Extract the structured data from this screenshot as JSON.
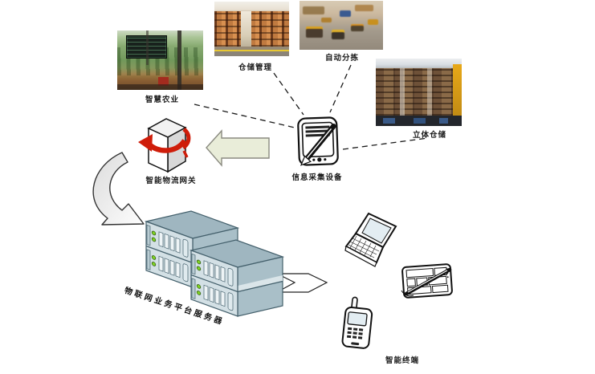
{
  "nodes": {
    "smart_agriculture": {
      "label": "智慧农业",
      "type": "photo"
    },
    "warehouse_management": {
      "label": "仓储管理",
      "type": "photo"
    },
    "auto_sorting": {
      "label": "自动分拣",
      "type": "photo"
    },
    "stereo_warehouse": {
      "label": "立体仓储",
      "type": "photo"
    },
    "collection_device": {
      "label": "信息采集设备",
      "type": "pda-device"
    },
    "gateway": {
      "label": "智能物流网关",
      "type": "gateway-box"
    },
    "platform_server": {
      "label": "物联网业务平台服务器",
      "type": "server-rack"
    },
    "smart_terminal": {
      "label": "智能终端",
      "type": "terminal-group"
    }
  },
  "edges": [
    {
      "from": "smart_agriculture",
      "to": "collection_device",
      "style": "dashed-line"
    },
    {
      "from": "warehouse_management",
      "to": "collection_device",
      "style": "dashed-line"
    },
    {
      "from": "auto_sorting",
      "to": "collection_device",
      "style": "dashed-line"
    },
    {
      "from": "collection_device",
      "to": "stereo_warehouse",
      "style": "dashed-line"
    },
    {
      "from": "collection_device",
      "to": "gateway",
      "style": "block-arrow-left"
    },
    {
      "from": "gateway",
      "to": "platform_server",
      "style": "curved-arrow"
    },
    {
      "from": "platform_server",
      "to": "smart_terminal",
      "style": "chevron-arrow"
    }
  ],
  "colors": {
    "block_arrow_fill": "#e9edd9",
    "ribbon_red": "#cf1d0a",
    "server_top": "#9fb6c0",
    "server_front": "#d3e0e5",
    "server_side": "#a9bfc8",
    "led_green": "#7ed321",
    "label_color": "#1a1a1a"
  }
}
